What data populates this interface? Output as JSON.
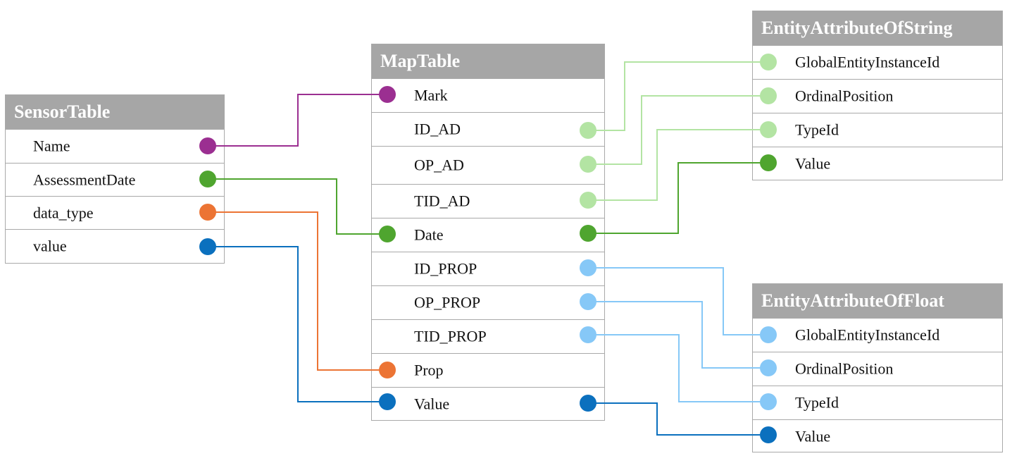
{
  "colors": {
    "purple": "#9b2f91",
    "green": "#4fa52f",
    "orange": "#ec7434",
    "blue": "#0b70be",
    "light_green": "#b3e4a3",
    "light_blue": "#86c8f7"
  },
  "sensor_table": {
    "title": "SensorTable",
    "rows": [
      "Name",
      "AssessmentDate",
      "data_type",
      "value"
    ]
  },
  "map_table": {
    "title": "MapTable",
    "rows": [
      "Mark",
      "ID_AD",
      "OP_AD",
      "TID_AD",
      "Date",
      "ID_PROP",
      "OP_PROP",
      "TID_PROP",
      "Prop",
      "Value"
    ]
  },
  "string_table": {
    "title": "EntityAttributeOfString",
    "rows": [
      "GlobalEntityInstanceId",
      "OrdinalPosition",
      "TypeId",
      "Value"
    ]
  },
  "float_table": {
    "title": "EntityAttributeOfFloat",
    "rows": [
      "GlobalEntityInstanceId",
      "OrdinalPosition",
      "TypeId",
      "Value"
    ]
  }
}
